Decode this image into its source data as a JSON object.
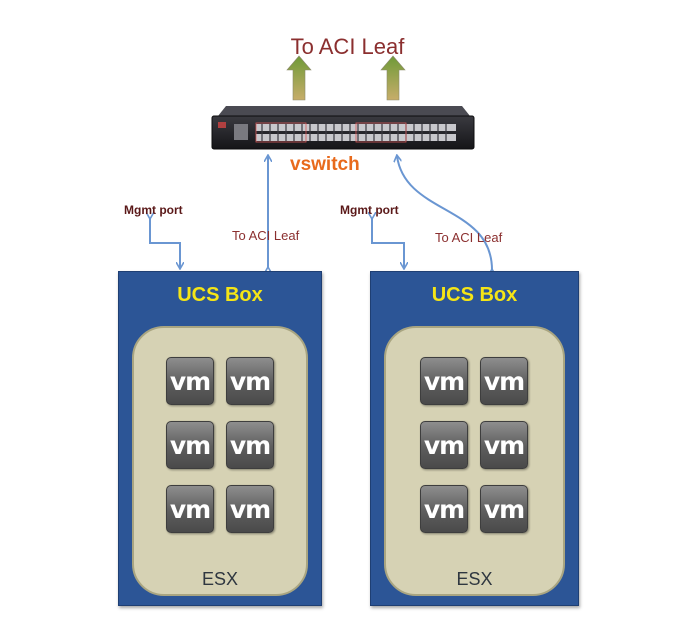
{
  "title": "To ACI Leaf",
  "switch_label": "vswitch",
  "mgmt_label_left": "Mgmt port",
  "mgmt_label_right": "Mgmt port",
  "uplink_label_left": "To ACI Leaf",
  "uplink_label_right": "To ACI Leaf",
  "hosts": [
    {
      "name": "UCS Box",
      "hypervisor": "ESX",
      "vms": [
        "vm",
        "vm",
        "vm",
        "vm",
        "vm",
        "vm"
      ]
    },
    {
      "name": "UCS Box",
      "hypervisor": "ESX",
      "vms": [
        "vm",
        "vm",
        "vm",
        "vm",
        "vm",
        "vm"
      ]
    }
  ],
  "colors": {
    "title": "#8b2f2f",
    "switch_label": "#e86a1c",
    "ucs_box": "#2c5596",
    "ucs_title": "#f5e516",
    "esx_panel": "#d6d2b4",
    "arrow_up": "#7fa043",
    "link": "#6a96d2"
  }
}
